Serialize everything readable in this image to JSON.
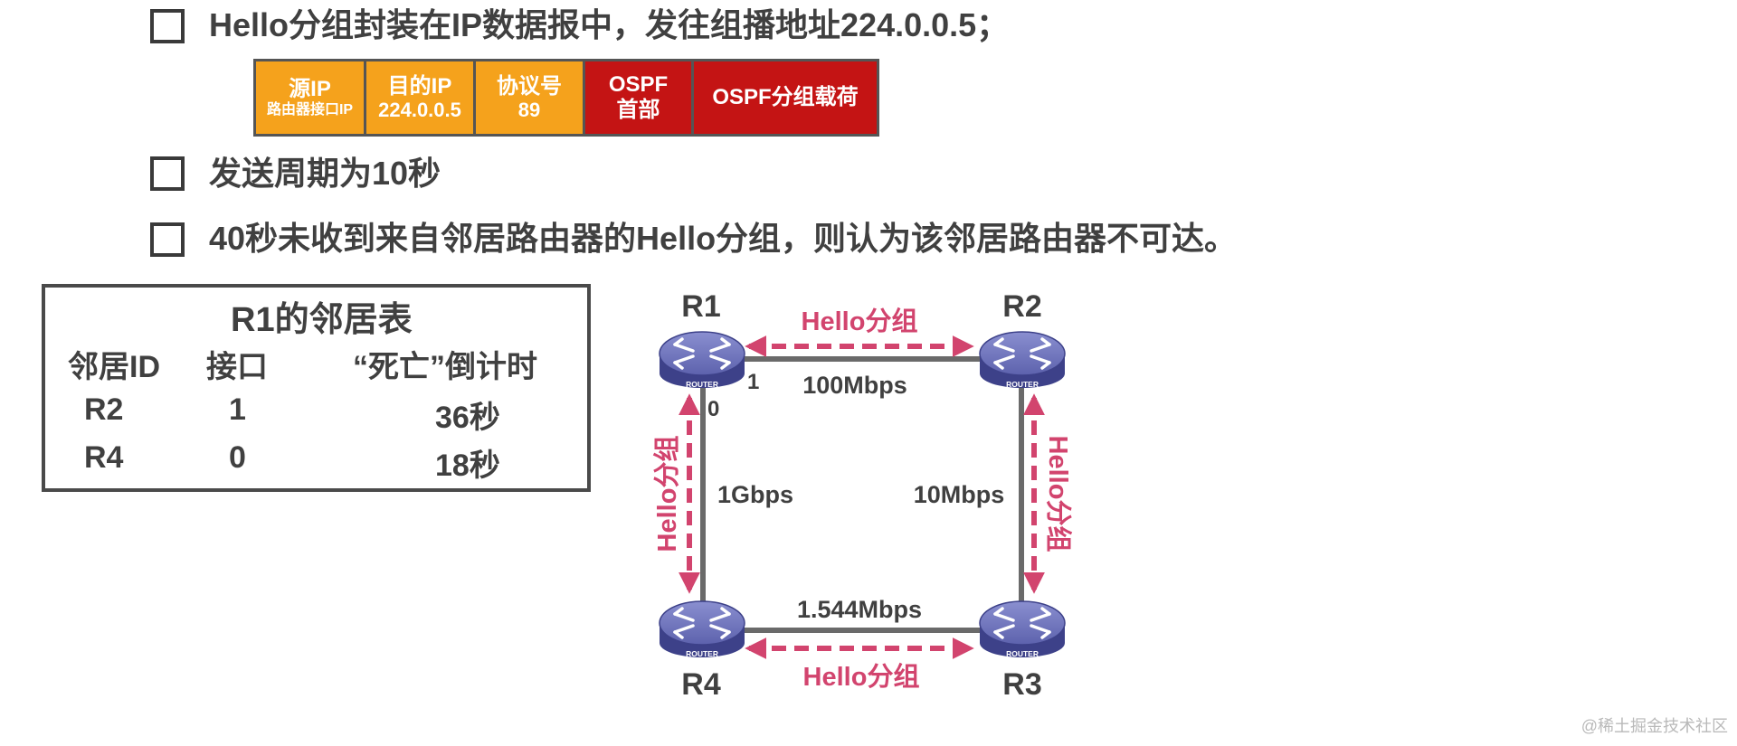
{
  "bullets": [
    "Hello分组封装在IP数据报中，发往组播地址224.0.0.5；",
    "发送周期为10秒",
    "40秒未收到来自邻居路由器的Hello分组，则认为该邻居路由器不可达。"
  ],
  "packet": {
    "src_ip_label": "源IP",
    "src_ip_value": "路由器接口IP",
    "dst_ip_label": "目的IP",
    "dst_ip_value": "224.0.0.5",
    "protocol_label": "协议号",
    "protocol_value": "89",
    "ospf_header_line1": "OSPF",
    "ospf_header_line2": "首部",
    "ospf_payload": "OSPF分组载荷",
    "colors": {
      "ip_fields": "#f5a21c",
      "ospf_fields": "#c41414"
    }
  },
  "neighbor_table": {
    "title": "R1的邻居表",
    "headers": [
      "邻居ID",
      "接口",
      "“死亡”倒计时"
    ],
    "rows": [
      {
        "id": "R2",
        "iface": "1",
        "timer": "36秒"
      },
      {
        "id": "R4",
        "iface": "0",
        "timer": "18秒"
      }
    ]
  },
  "topology": {
    "routers": {
      "r1": "R1",
      "r2": "R2",
      "r3": "R3",
      "r4": "R4"
    },
    "router_icon_label": "ROUTER",
    "links": {
      "top": "100Mbps",
      "left": "1Gbps",
      "right": "10Mbps",
      "bottom": "1.544Mbps"
    },
    "r1_interface_right": "1",
    "r1_interface_down": "0",
    "hello_label": "Hello分组",
    "colors": {
      "hello": "#d2446e",
      "link": "#6a6a6a",
      "router": "#4b4f9a"
    }
  },
  "watermark": "@稀土掘金技术社区"
}
